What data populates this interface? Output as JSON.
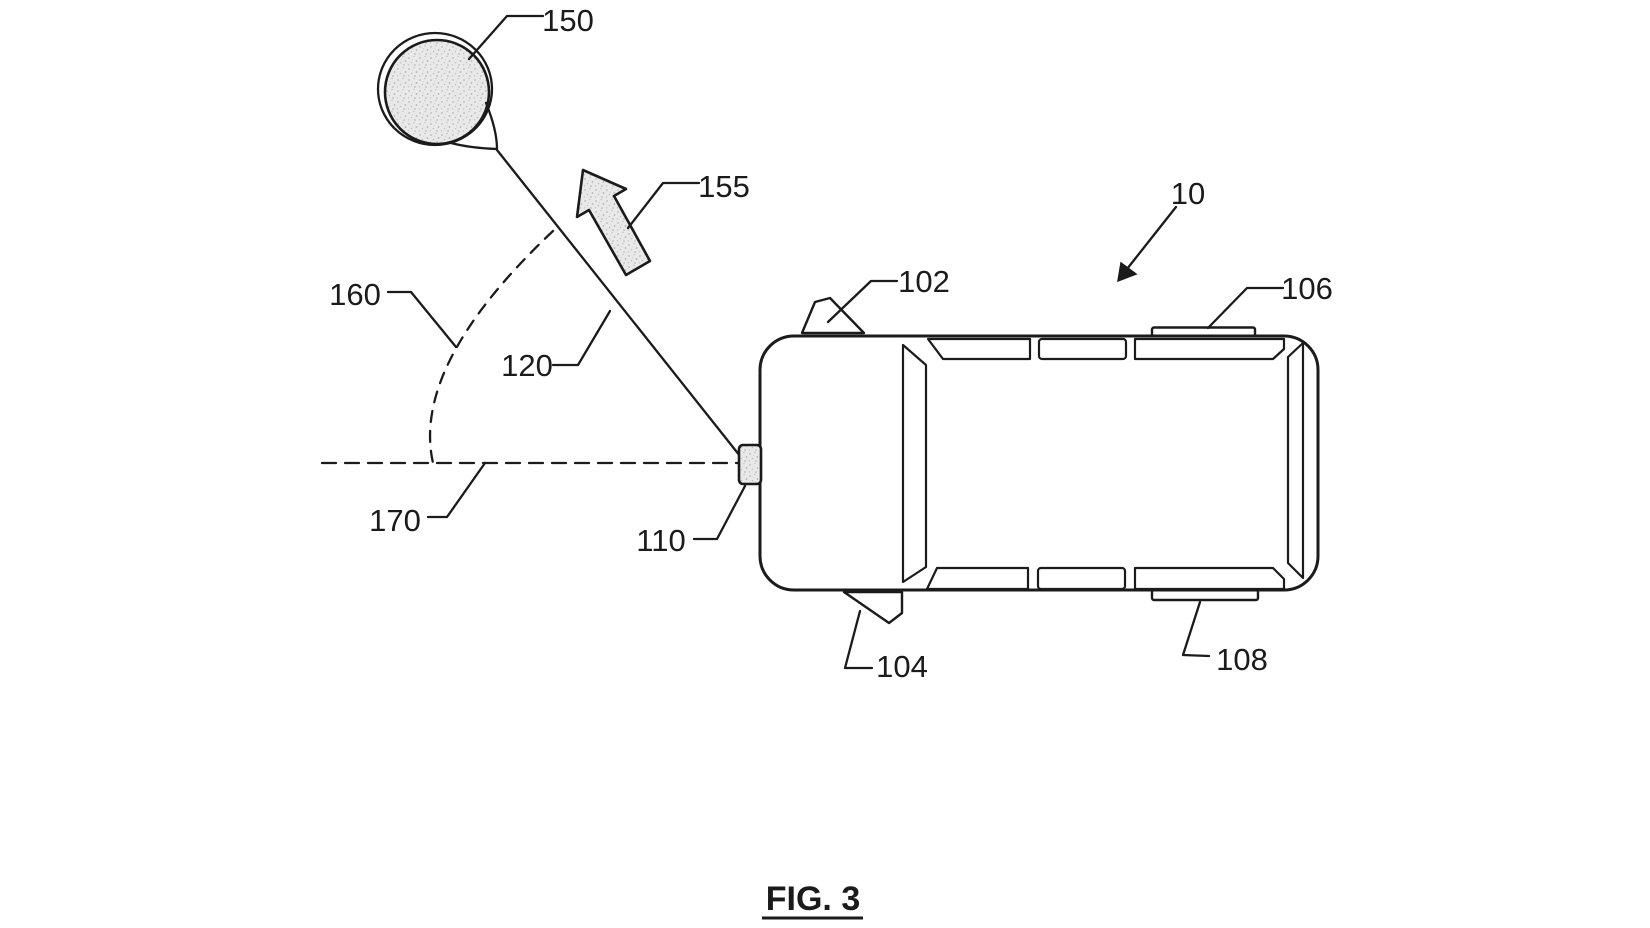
{
  "figure": {
    "caption": "FIG. 3",
    "labels": {
      "object_150": "150",
      "motion_arrow_155": "155",
      "angle_160": "160",
      "sight_line_120": "120",
      "reference_line_170": "170",
      "sensor_110": "110",
      "mirror_102": "102",
      "mirror_104": "104",
      "vehicle_10": "10",
      "rail_106": "106",
      "rail_108": "108"
    },
    "colors": {
      "line": "#1b1b1b",
      "stipple_base": "#e9e9e9",
      "background": "#ffffff"
    }
  }
}
